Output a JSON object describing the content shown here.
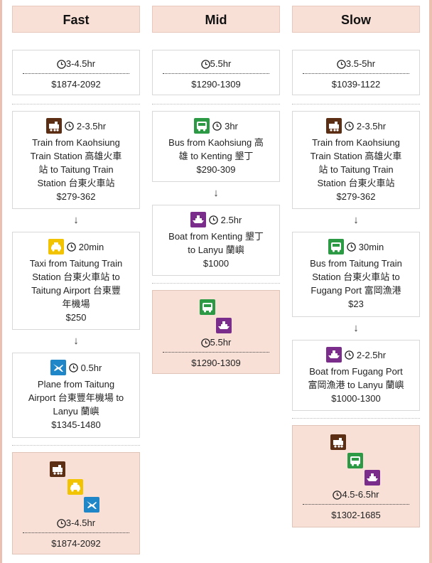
{
  "columns": [
    {
      "header": "Fast",
      "summary": {
        "time": "3-4.5hr",
        "price": "$1874-2092"
      },
      "legs": [
        {
          "mode": "train",
          "time": "2-3.5hr",
          "lines": [
            "Train from Kaohsiung",
            "Train Station 高雄火車",
            "站 to Taitung Train",
            "Station 台東火車站",
            "$279-362"
          ]
        },
        {
          "mode": "taxi",
          "time": "20min",
          "lines": [
            "Taxi from Taitung Train",
            "Station 台東火車站 to",
            "Taitung Airport 台東豐",
            "年機場",
            "$250"
          ]
        },
        {
          "mode": "plane",
          "time": "0.5hr",
          "lines": [
            "Plane from Taitung",
            "Airport 台東豐年機場 to",
            "Lanyu 蘭嶼",
            "$1345-1480"
          ]
        }
      ],
      "combo": {
        "time": "3-4.5hr",
        "price": "$1874-2092"
      }
    },
    {
      "header": "Mid",
      "summary": {
        "time": "5.5hr",
        "price": "$1290-1309"
      },
      "legs": [
        {
          "mode": "bus",
          "time": "3hr",
          "lines": [
            "Bus from Kaohsiung 高",
            "雄 to Kenting 墾丁",
            "$290-309"
          ]
        },
        {
          "mode": "boat",
          "time": "2.5hr",
          "lines": [
            "Boat from Kenting 墾丁",
            "to Lanyu 蘭嶼",
            "$1000"
          ]
        }
      ],
      "combo": {
        "time": "5.5hr",
        "price": "$1290-1309"
      }
    },
    {
      "header": "Slow",
      "summary": {
        "time": "3.5-5hr",
        "price": "$1039-1122"
      },
      "legs": [
        {
          "mode": "train",
          "time": "2-3.5hr",
          "lines": [
            "Train from Kaohsiung",
            "Train Station 高雄火車",
            "站 to Taitung Train",
            "Station 台東火車站",
            "$279-362"
          ]
        },
        {
          "mode": "bus",
          "time": "30min",
          "lines": [
            "Bus from Taitung Train",
            "Station 台東火車站 to",
            "Fugang Port 富岡漁港",
            "$23"
          ]
        },
        {
          "mode": "boat",
          "time": "2-2.5hr",
          "lines": [
            "Boat from Fugang Port",
            "富岡漁港 to Lanyu 蘭嶼",
            "$1000-1300"
          ]
        }
      ],
      "combo": {
        "time": "4.5-6.5hr",
        "price": "$1302-1685"
      }
    }
  ],
  "arrow_glyph": "↓",
  "icons": {
    "train": {
      "name": "train-icon",
      "color": "#5c2e14"
    },
    "bus": {
      "name": "bus-icon",
      "color": "#2c9a45"
    },
    "boat": {
      "name": "boat-icon",
      "color": "#7b2d8b"
    },
    "taxi": {
      "name": "taxi-icon",
      "color": "#f2c300"
    },
    "plane": {
      "name": "plane-icon",
      "color": "#1f86c8"
    }
  },
  "colors": {
    "header_bg": "#f9e0d7",
    "combo_bg": "#f9e0d7",
    "edge": "#ecc0b0"
  }
}
